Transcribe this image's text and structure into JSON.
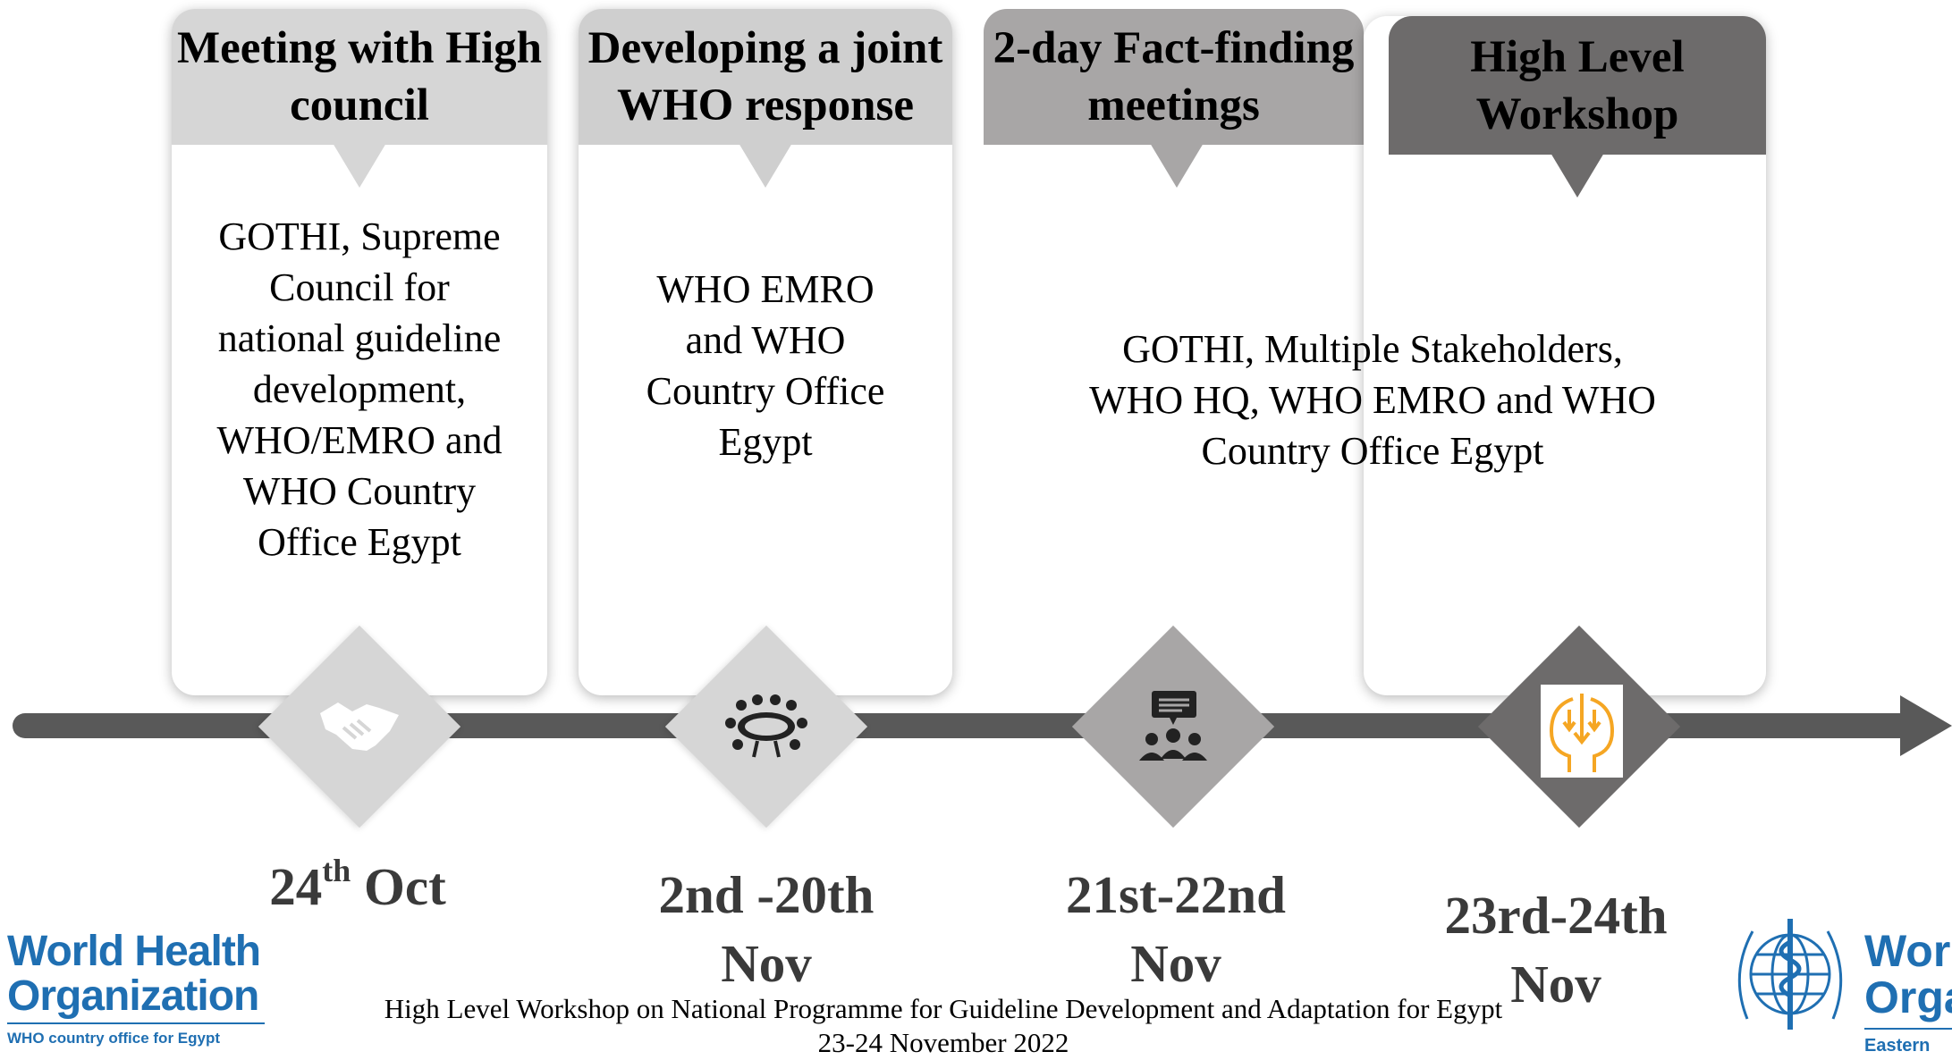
{
  "stages": [
    {
      "title": "Meeting with High\ncouncil",
      "body": "GOTHI, Supreme\nCouncil for\nnational guideline\ndevelopment,\nWHO/EMRO and\nWHO Country\nOffice Egypt",
      "date_main": "24",
      "date_sup": "th",
      "date_rest": " Oct",
      "icon": "handshake-icon",
      "color": "#d6d6d6"
    },
    {
      "title": "Developing a joint\nWHO response",
      "body": "WHO EMRO\nand WHO\nCountry Office\nEgypt",
      "date": "2nd -20th\nNov",
      "icon": "conference-table-icon",
      "color": "#cfcfcf"
    },
    {
      "title": "2-day Fact-finding\nmeetings",
      "date": "21st-22nd\nNov",
      "icon": "group-discussion-icon",
      "color": "#a8a6a6"
    },
    {
      "title": "High Level\nWorkshop",
      "date": "23rd-24th\nNov",
      "icon": "head-arrows-icon",
      "color": "#6d6b6b"
    }
  ],
  "shared_body": "GOTHI, Multiple Stakeholders,\nWHO HQ, WHO EMRO and WHO\nCountry Office Egypt",
  "footer": {
    "line1": "High Level Workshop on National Programme for Guideline Development and Adaptation for Egypt",
    "line2": "23-24 November 2022"
  },
  "logo_left": {
    "line1": "World Health",
    "line2": "Organization",
    "sub": "WHO country office for Egypt"
  },
  "logo_right": {
    "line1": "World",
    "line2": "Orga",
    "sub": "Eastern"
  },
  "colors": {
    "timeline": "#595959",
    "accent_icon": "#f5a623",
    "logo_blue": "#1f6fb2"
  }
}
